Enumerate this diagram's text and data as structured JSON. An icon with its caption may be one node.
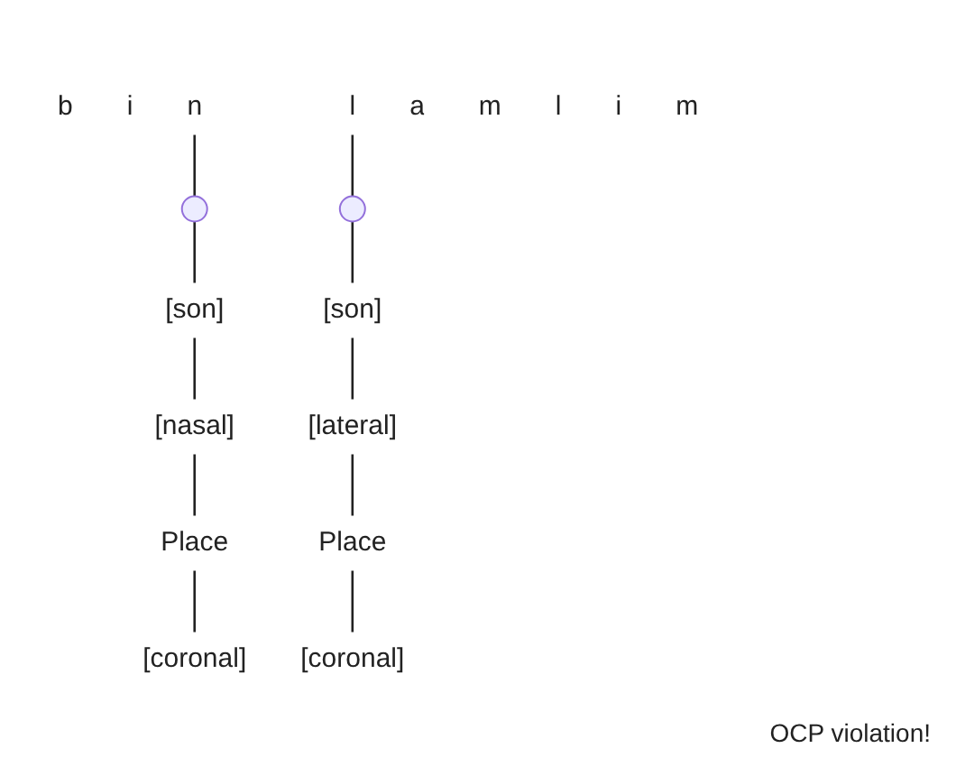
{
  "diagram": {
    "nodes": [
      {
        "text": [
          "b"
        ]
      },
      {
        "text": [
          "i"
        ]
      },
      {
        "text": [
          "n"
        ]
      },
      {
        "text": [
          "l"
        ]
      },
      {
        "text": [
          "a"
        ]
      },
      {
        "text": [
          "m"
        ]
      },
      {
        "text": [
          "l"
        ]
      },
      {
        "text": [
          "i"
        ]
      },
      {
        "text": [
          "m"
        ]
      },
      {
        "text": [],
        "shape": "circle"
      },
      {
        "text": [],
        "shape": "circle"
      },
      {
        "text": [
          "[son]"
        ]
      },
      {
        "text": [
          "[son]"
        ]
      },
      {
        "text": [
          "[nasal]"
        ]
      },
      {
        "text": [
          "[lateral]"
        ]
      },
      {
        "text": [
          "Place"
        ]
      },
      {
        "text": [
          "Place"
        ]
      },
      {
        "text": [
          "[coronal]"
        ]
      },
      {
        "text": [
          "[coronal]"
        ]
      }
    ],
    "edges": [
      {
        "from": 2,
        "to": 9,
        "arrow": "none"
      },
      {
        "from": 3,
        "to": 10,
        "arrow": "none"
      },
      {
        "from": 9,
        "to": 11,
        "arrow": "none"
      },
      {
        "from": 10,
        "to": 12,
        "arrow": "none"
      },
      {
        "from": 11,
        "to": 13,
        "arrow": "none"
      },
      {
        "from": 13,
        "to": 15,
        "arrow": "none"
      },
      {
        "from": 15,
        "to": 17,
        "arrow": "none"
      },
      {
        "from": 12,
        "to": 14,
        "arrow": "none"
      },
      {
        "from": 14,
        "to": 16,
        "arrow": "none"
      },
      {
        "from": 16,
        "to": 18,
        "arrow": "none"
      }
    ],
    "labels": [
      "OCP violation!"
    ]
  }
}
